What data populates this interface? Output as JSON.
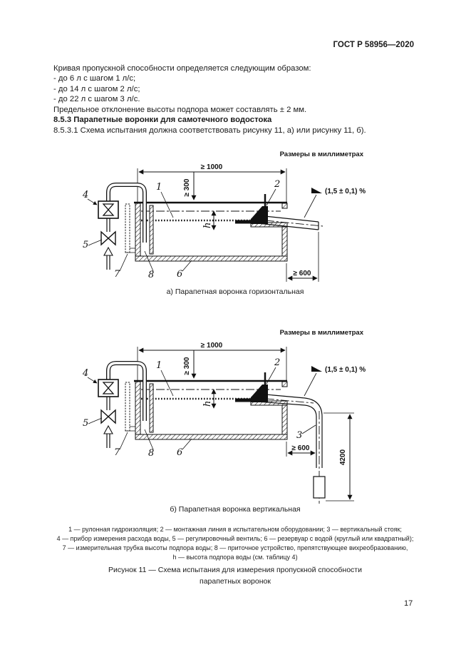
{
  "page": {
    "header": "ГОСТ Р 58956—2020",
    "page_number": "17"
  },
  "body": {
    "intro": "Кривая пропускной способности определяется следующим образом:",
    "bullets": [
      "- до 6 л с шагом 1 л/с;",
      "- до 14 л с шагом 2 л/с;",
      "- до 22 л с шагом 3 л/с."
    ],
    "tolerance_note": "Предельное отклонение высоты подпора может составлять ± 2 мм.",
    "heading_853": "8.5.3 Парапетные воронки для самотечного водостока",
    "para_8531": "8.5.3.1 Схема испытания должна соответствовать рисунку 11, а) или рисунку 11, б)."
  },
  "figure_a": {
    "units_note": "Размеры в миллиметрах",
    "dim_width": "≥ 1000",
    "dim_depth": "≥ 300",
    "dim_h": "h",
    "slope": "(1,5 ± 0,1) %",
    "dim_offset": "≥ 600",
    "labels": {
      "n1": "1",
      "n2": "2",
      "n4": "4",
      "n5": "5",
      "n6": "6",
      "n7": "7",
      "n8": "8"
    },
    "caption": "а) Парапетная воронка горизонтальная"
  },
  "figure_b": {
    "units_note": "Размеры в миллиметрах",
    "dim_width": "≥ 1000",
    "dim_depth": "≥ 300",
    "dim_h": "h",
    "slope": "(1,5 ± 0,1) %",
    "dim_offset": "≥ 600",
    "dim_standpipe": "4200",
    "labels": {
      "n1": "1",
      "n2": "2",
      "n3": "3",
      "n4": "4",
      "n5": "5",
      "n6": "6",
      "n7": "7",
      "n8": "8"
    },
    "caption": "б) Парапетная воронка вертикальная"
  },
  "legend": {
    "line1": "1 — рулонная гидроизоляция; 2 — монтажная линия в испытательном оборудовании; 3 — вертикальный стояк;",
    "line2": "4 — прибор измерения расхода воды, 5 — регулировочный вентиль; 6 — резервуар с водой (круглый или квадратный);",
    "line3": "7 — измерительная трубка высоты подпора воды; 8 — приточное устройство, препятствующее вихреобразованию,",
    "line4": "h — высота подпора воды (см. таблицу 4)"
  },
  "figure_caption": {
    "line1": "Рисунок 11 — Схема испытания для измерения пропускной способности",
    "line2": "парапетных воронок"
  }
}
